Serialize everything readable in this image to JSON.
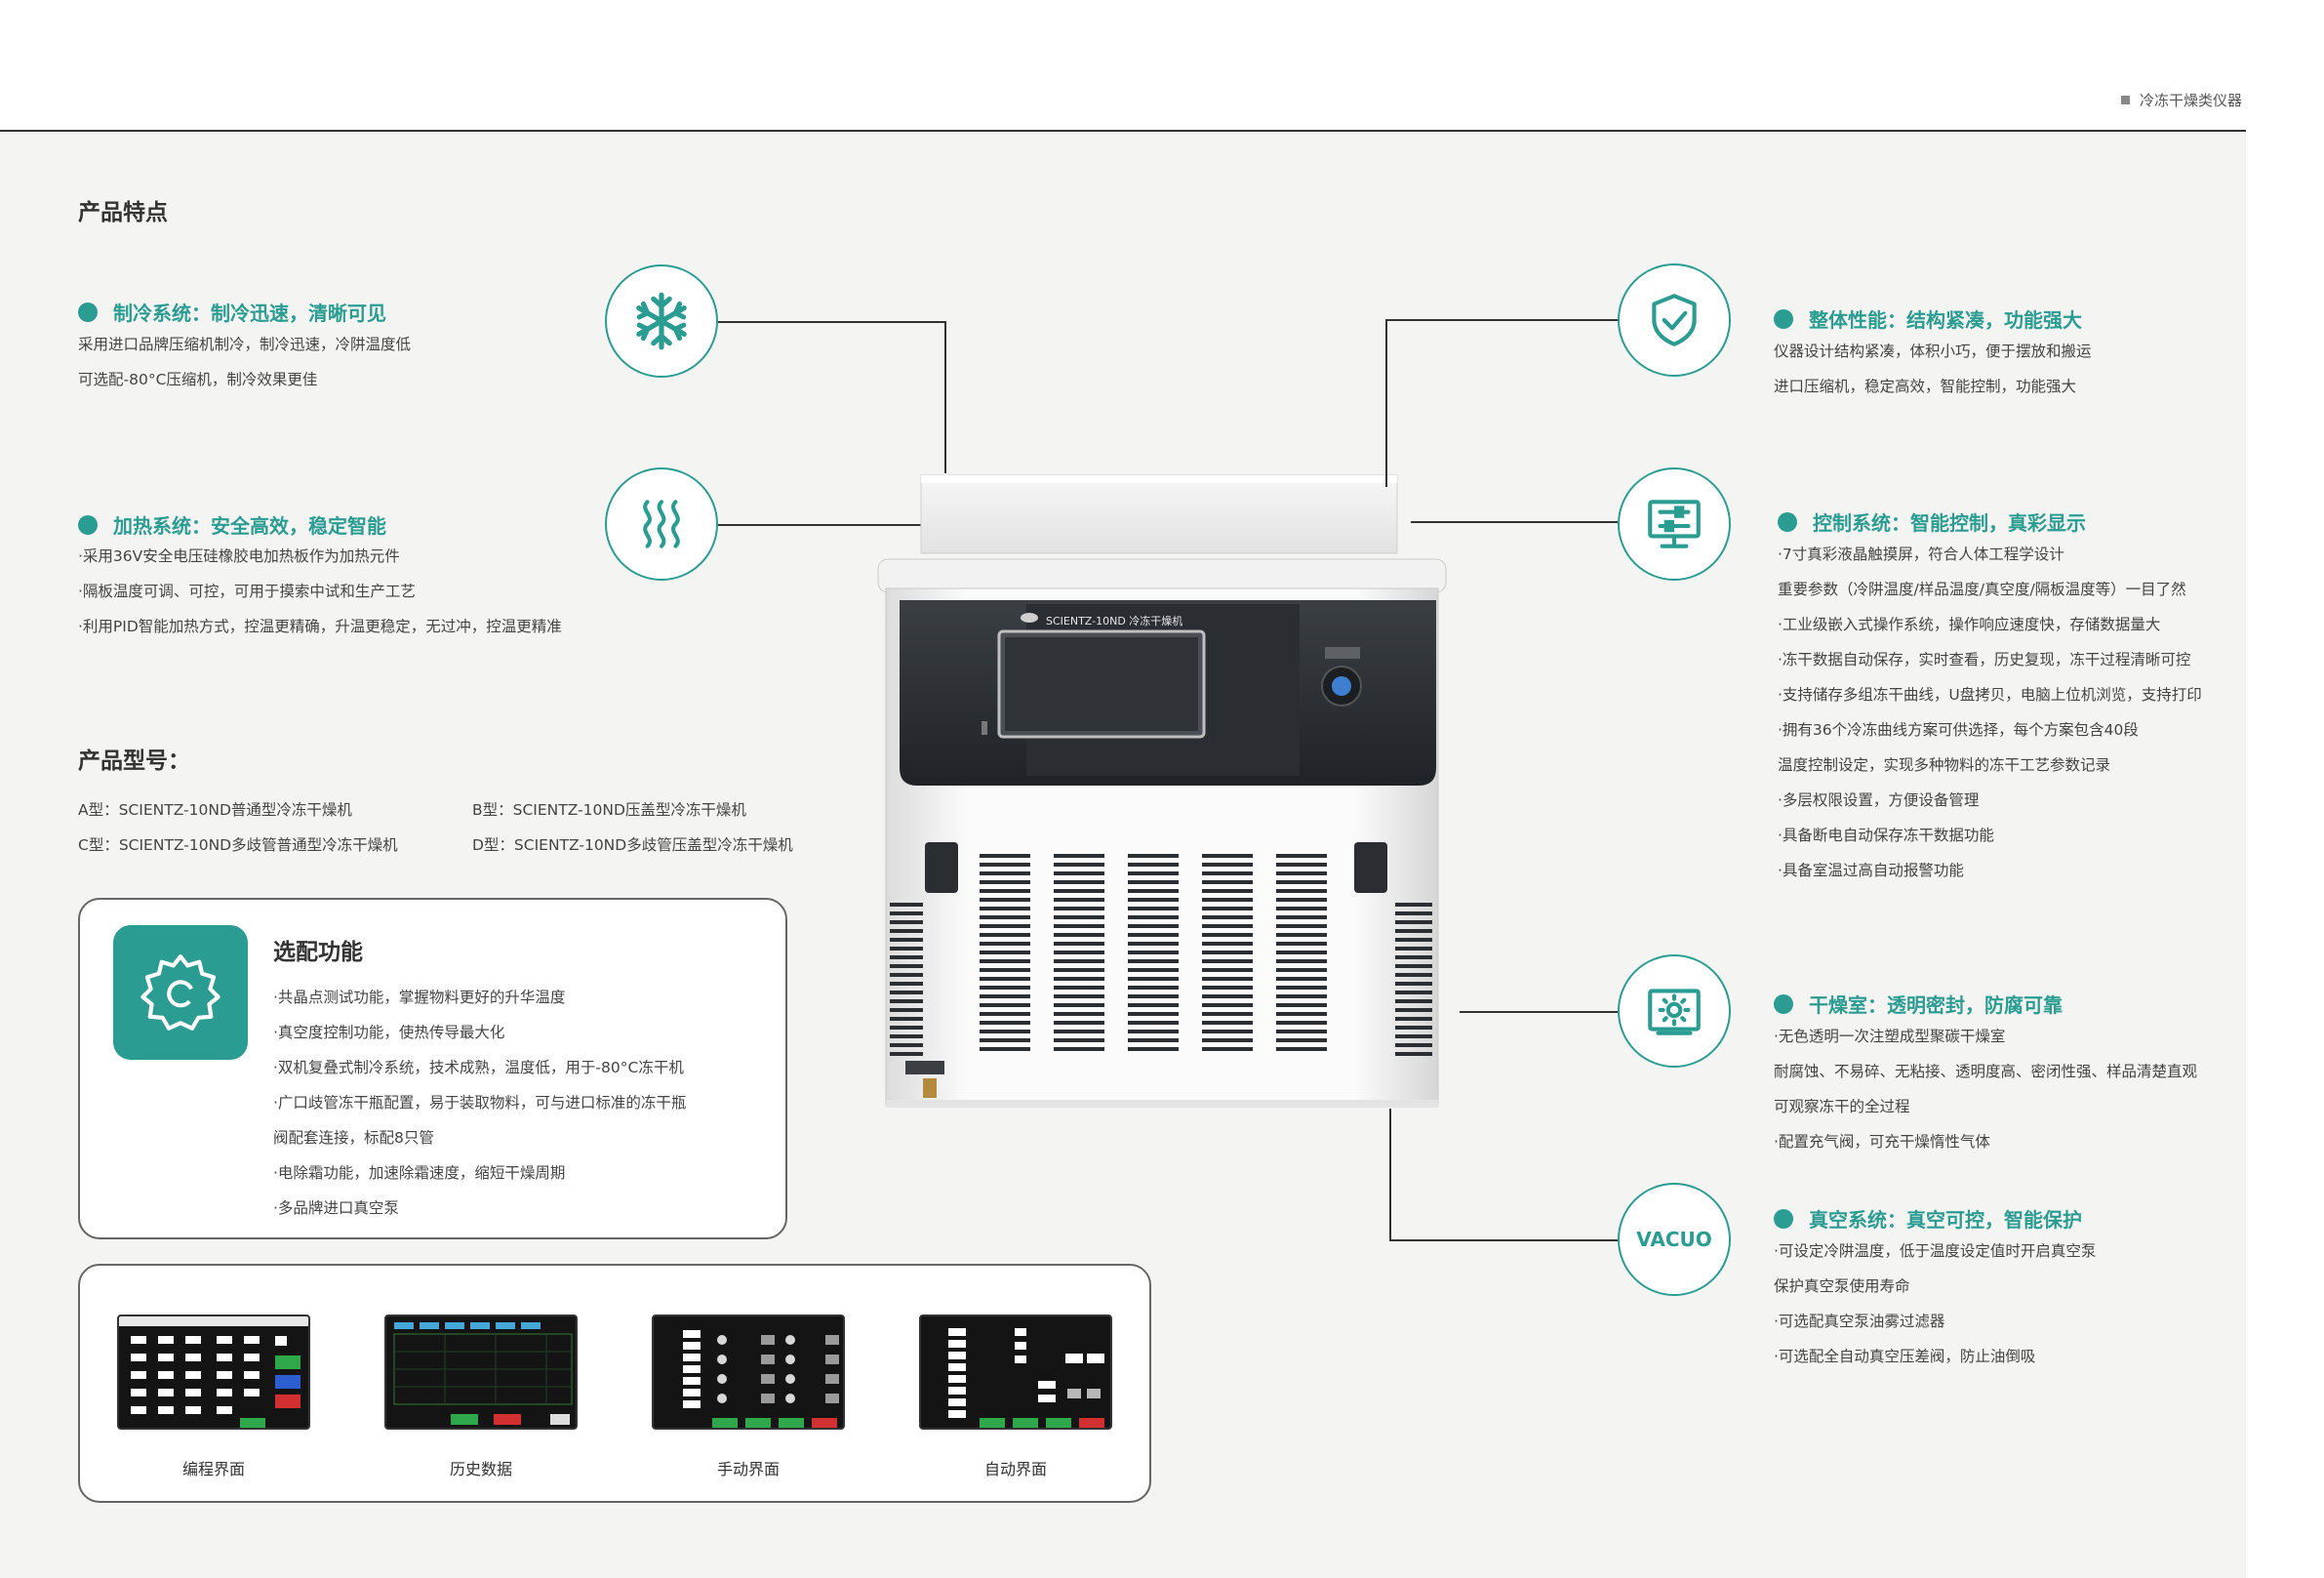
{
  "header": {
    "category": "冷冻干燥类仪器"
  },
  "features_title": "产品特点",
  "left_features": [
    {
      "title": "制冷系统：制冷迅速，清晰可见",
      "lines": [
        "采用进口品牌压缩机制冷，制冷迅速，冷阱温度低",
        "可选配-80°C压缩机，制冷效果更佳"
      ],
      "icon": "snowflake-icon"
    },
    {
      "title": "加热系统：安全高效，稳定智能",
      "lines": [
        "·采用36V安全电压硅橡胶电加热板作为加热元件",
        "·隔板温度可调、可控，可用于摸索中试和生产工艺",
        "·利用PID智能加热方式，控温更精确，升温更稳定，无过冲，控温更精准"
      ],
      "icon": "heat-waves-icon"
    }
  ],
  "right_features": [
    {
      "title": "整体性能：结构紧凑，功能强大",
      "lines": [
        "仪器设计结构紧凑，体积小巧，便于摆放和搬运",
        "进口压缩机，稳定高效，智能控制，功能强大"
      ],
      "icon": "shield-check-icon"
    },
    {
      "title": "控制系统：智能控制，真彩显示",
      "lines": [
        "·7寸真彩液晶触摸屏，符合人体工程学设计",
        " 重要参数（冷阱温度/样品温度/真空度/隔板温度等）一目了然",
        "·工业级嵌入式操作系统，操作响应速度快，存储数据量大",
        "·冻干数据自动保存，实时查看，历史复现，冻干过程清晰可控",
        "·支持储存多组冻干曲线，U盘拷贝，电脑上位机浏览，支持打印",
        "·拥有36个冷冻曲线方案可供选择，每个方案包含40段",
        " 温度控制设定，实现多种物料的冻干工艺参数记录",
        "·多层权限设置，方便设备管理",
        "·具备断电自动保存冻干数据功能",
        "·具备室温过高自动报警功能"
      ],
      "icon": "monitor-control-icon"
    },
    {
      "title": "干燥室：透明密封，防腐可靠",
      "lines": [
        "·无色透明一次注塑成型聚碳干燥室",
        " 耐腐蚀、不易碎、无粘接、透明度高、密闭性强、样品清楚直观",
        " 可观察冻干的全过程",
        "·配置充气阀，可充干燥惰性气体"
      ],
      "icon": "chamber-light-icon"
    },
    {
      "title": "真空系统：真空可控，智能保护",
      "lines": [
        "·可设定冷阱温度，低于温度设定值时开启真空泵",
        " 保护真空泵使用寿命",
        "·可选配真空泵油雾过滤器",
        "·可选配全自动真空压差阀，防止油倒吸"
      ],
      "icon_text": "VACUO"
    }
  ],
  "models": {
    "title": "产品型号：",
    "items": [
      "A型：SCIENTZ-10ND普通型冷冻干燥机",
      "B型：SCIENTZ-10ND压盖型冷冻干燥机",
      "C型：SCIENTZ-10ND多歧管普通型冷冻干燥机",
      "D型：SCIENTZ-10ND多歧管压盖型冷冻干燥机"
    ]
  },
  "options": {
    "title": "选配功能",
    "lines": [
      "·共晶点测试功能，掌握物料更好的升华温度",
      "·真空度控制功能，使热传导最大化",
      "·双机复叠式制冷系统，技术成熟，温度低，用于-80°C冻干机",
      "·广口歧管冻干瓶配置，易于装取物料，可与进口标准的冻干瓶",
      " 阀配套连接，标配8只管",
      "·电除霜功能，加速除霜速度，缩短干燥周期",
      "·多品牌进口真空泵"
    ]
  },
  "screens": [
    {
      "label": "编程界面"
    },
    {
      "label": "历史数据"
    },
    {
      "label": "手动界面"
    },
    {
      "label": "自动界面"
    }
  ],
  "machine": {
    "model_label": "SCIENTZ-10ND 冷冻干燥机"
  },
  "colors": {
    "accent": "#2b9c91",
    "panel": "#f4f4f3",
    "machine_dark": "#262a2e"
  }
}
